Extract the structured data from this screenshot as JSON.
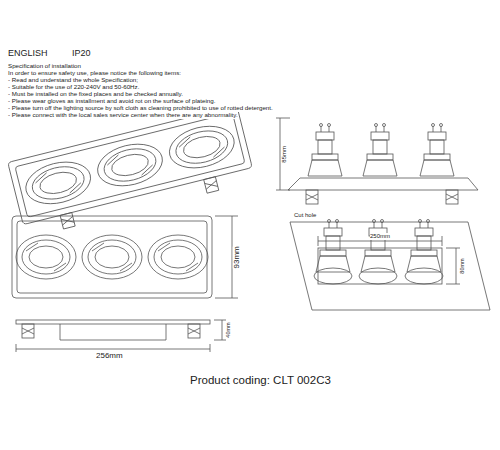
{
  "diagram": {
    "caption": "Product coding: CLT 002C3",
    "labels": [
      "ENGLISH",
      "IP20",
      "Specification of installation",
      "In order to ensure safety use, please notice the following items:",
      "- Read and understand the whole Specification;",
      "- Suitable for the use of 220-240V and 50-60Hz.",
      "- Must be installed on the fixed places and be checked annually.",
      "- Please wear gloves as installment and avoid rot on the surface of plateing.",
      "- Please turn off the lighting source by soft cloth as cleaning prohibited to use of rotted detergent.",
      "- Please connect with the local sales service center when there are any abnormality.",
      "85mm",
      "93mm",
      "256mm",
      "40mm",
      "Cut hole",
      "250mm",
      "80mm"
    ]
  }
}
